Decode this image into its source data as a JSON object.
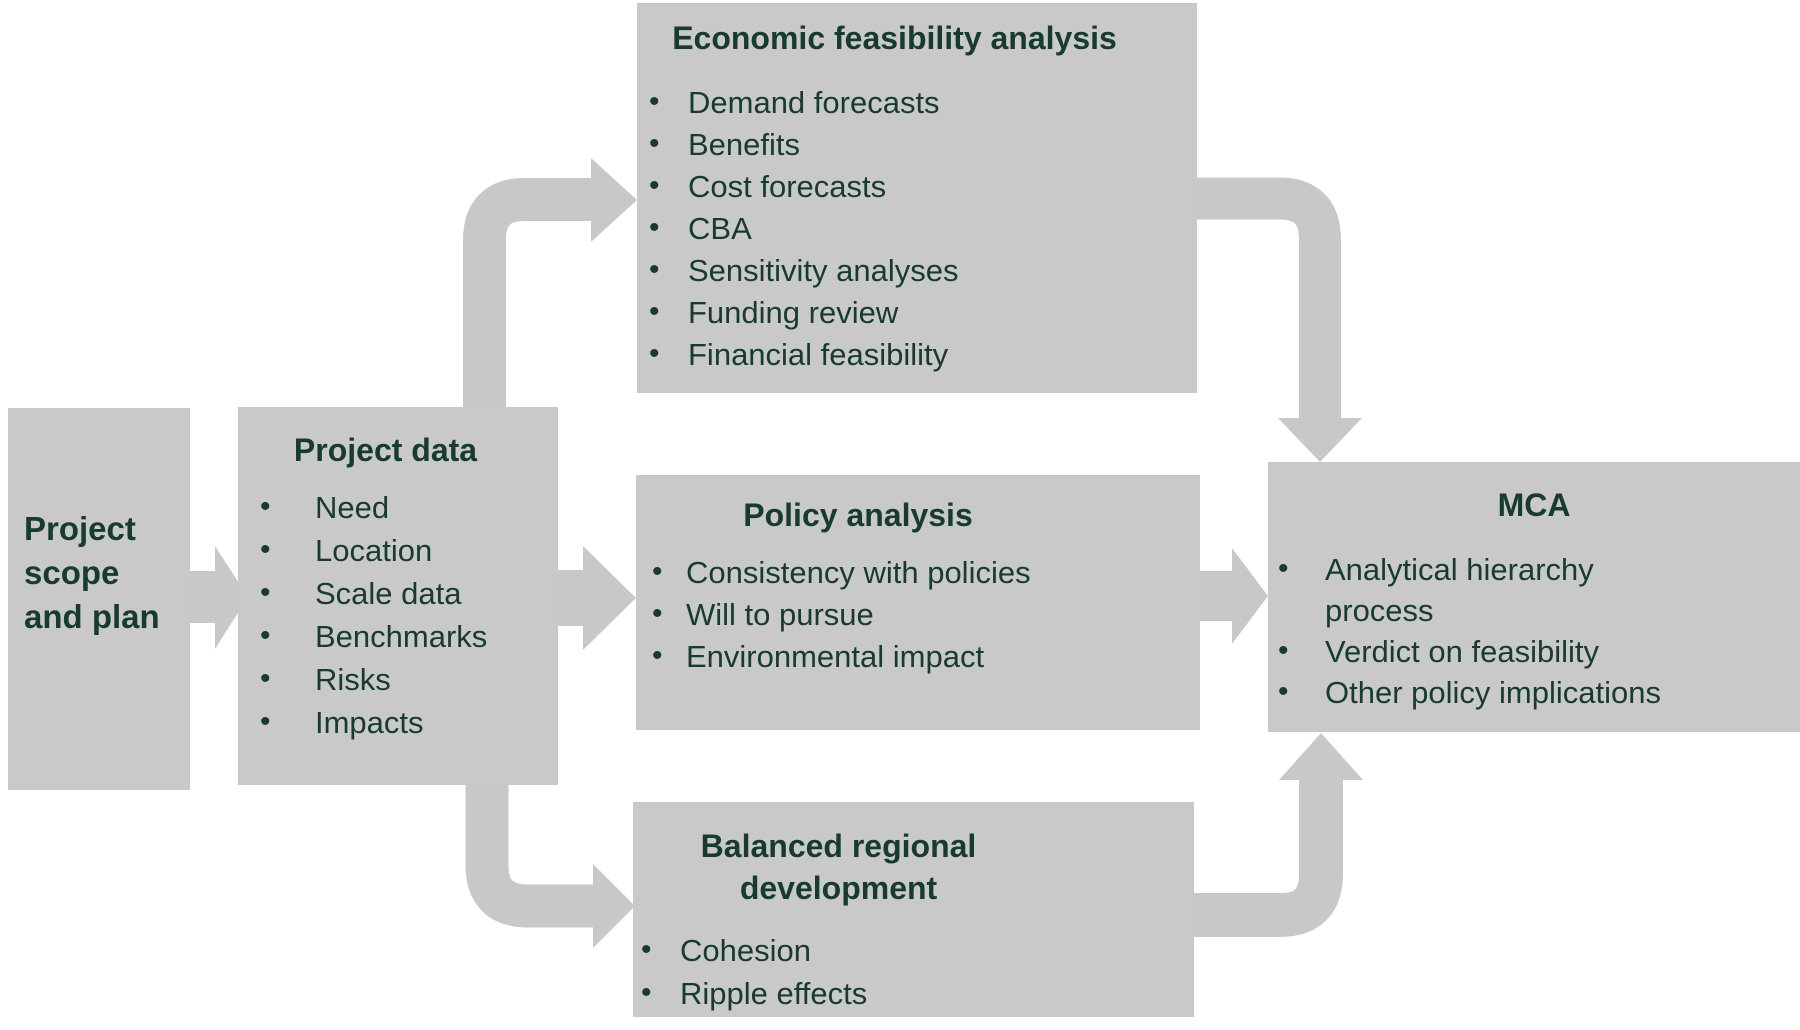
{
  "diagram": {
    "boxes": {
      "scope": {
        "title": "Project scope and plan"
      },
      "project_data": {
        "title": "Project data",
        "items": [
          "Need",
          "Location",
          "Scale data",
          "Benchmarks",
          "Risks",
          "Impacts"
        ]
      },
      "economic": {
        "title": "Economic feasibility analysis",
        "items": [
          "Demand forecasts",
          "Benefits",
          "Cost forecasts",
          "CBA",
          "Sensitivity analyses",
          "Funding review",
          "Financial feasibility"
        ]
      },
      "policy": {
        "title": "Policy analysis",
        "items": [
          "Consistency with policies",
          "Will to pursue",
          "Environmental impact"
        ]
      },
      "regional": {
        "title": "Balanced regional development",
        "items": [
          "Cohesion",
          "Ripple effects"
        ]
      },
      "mca": {
        "title": "MCA",
        "items": [
          "Analytical hierarchy process",
          "Verdict on feasibility",
          "Other policy implications"
        ]
      }
    },
    "connections": [
      {
        "from": "scope",
        "to": "project_data",
        "shape": "straight-right"
      },
      {
        "from": "project_data",
        "to": "economic",
        "shape": "elbow-up-right"
      },
      {
        "from": "project_data",
        "to": "policy",
        "shape": "straight-right"
      },
      {
        "from": "project_data",
        "to": "regional",
        "shape": "elbow-down-right"
      },
      {
        "from": "economic",
        "to": "mca",
        "shape": "elbow-right-down"
      },
      {
        "from": "policy",
        "to": "mca",
        "shape": "straight-right"
      },
      {
        "from": "regional",
        "to": "mca",
        "shape": "elbow-right-up"
      }
    ],
    "colors": {
      "box_background": "#c9c9c7",
      "arrow": "#c8c8c6",
      "text": "#173b30",
      "page_background": "#ffffff"
    }
  }
}
